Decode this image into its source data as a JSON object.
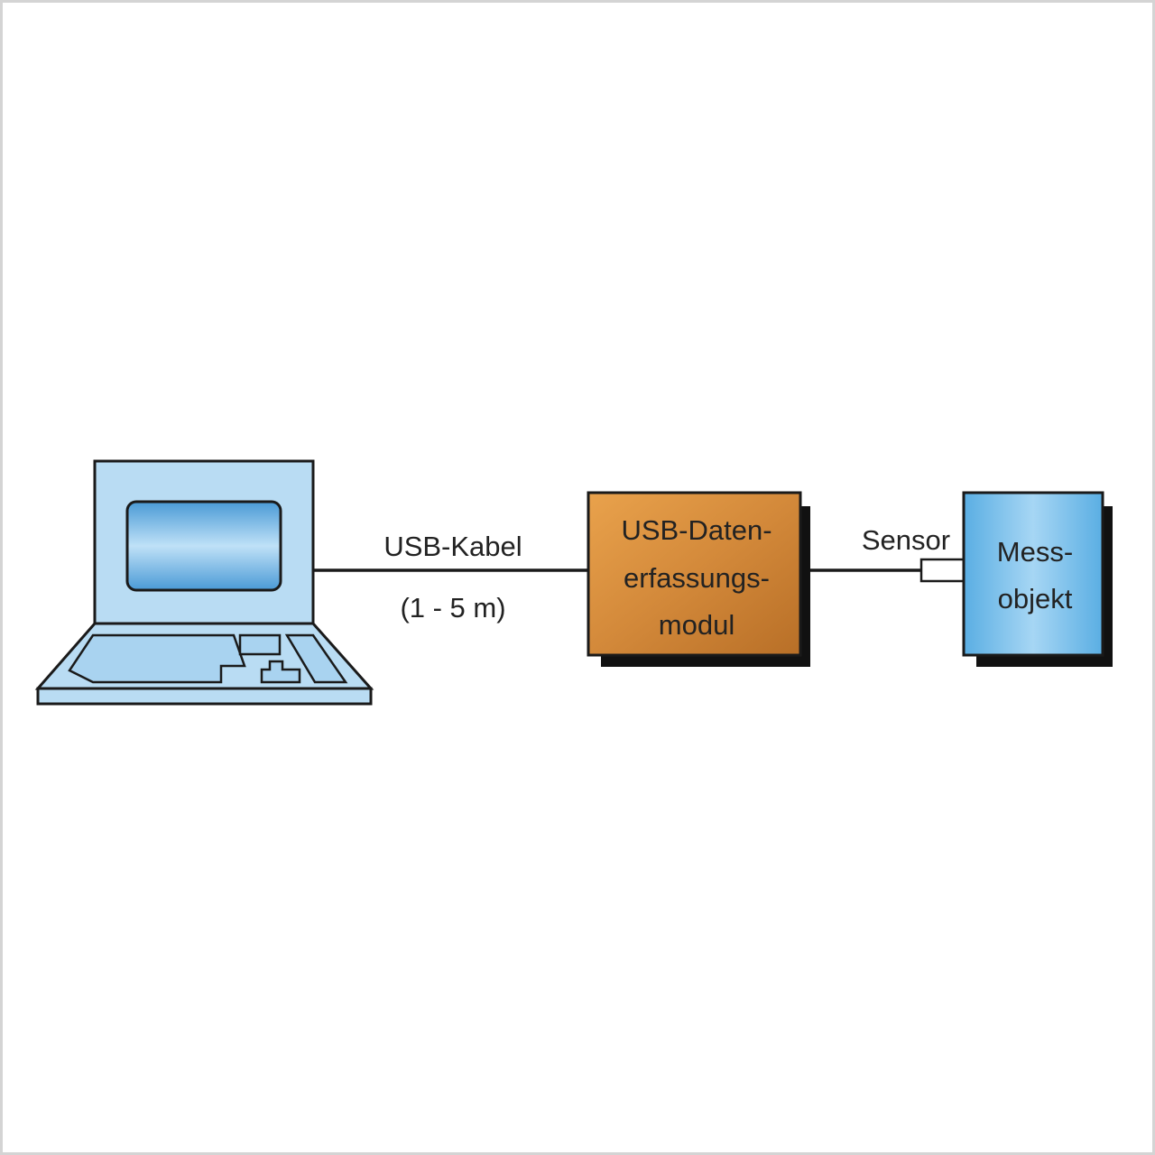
{
  "cable": {
    "label": "USB-Kabel",
    "length": "(1 - 5 m)"
  },
  "module": {
    "line1": "USB-Daten-",
    "line2": "erfassungs-",
    "line3": "modul",
    "color": "#d38f3b"
  },
  "sensor": {
    "label": "Sensor"
  },
  "object": {
    "line1": "Mess-",
    "line2": "objekt",
    "color": "#7fc3ea"
  },
  "laptop": {
    "color": "#b9dcf3",
    "screen_color": "#6fb6e4"
  }
}
